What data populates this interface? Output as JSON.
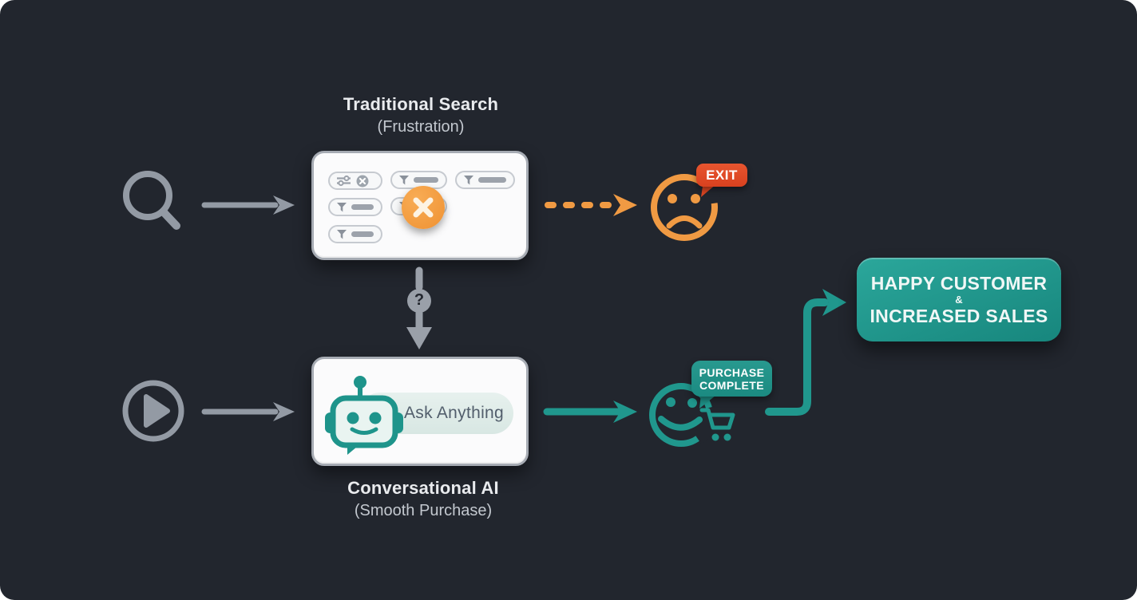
{
  "diagram": {
    "top_flow": {
      "title": "Traditional Search",
      "subtitle": "(Frustration)",
      "exit_label": "EXIT"
    },
    "middle": {
      "question_mark": "?"
    },
    "bottom_flow": {
      "title": "Conversational AI",
      "subtitle": "(Smooth Purchase)",
      "ask_pill_label": "Ask Anything",
      "purchase_badge": {
        "line1": "PURCHASE",
        "line2": "COMPLETE"
      }
    },
    "outcome": {
      "line1": "HAPPY CUSTOMER",
      "connector": "&",
      "line2": "INCREASED SALES"
    }
  },
  "colors": {
    "bg": "#22262E",
    "gray": "#939AA4",
    "card_bg": "#FBFBFC",
    "card_border": "#A6ABB3",
    "pill_bg": "#F7F8F9",
    "pill_border": "#C6CAD0",
    "pill_icon": "#9CA2AB",
    "orange": "#F09A43",
    "exit_red": "#DE4A2B",
    "teal": "#20978D",
    "text_light": "#E9EBEE",
    "text_muted": "#C3C8CF",
    "ask_text": "#525E6C"
  }
}
